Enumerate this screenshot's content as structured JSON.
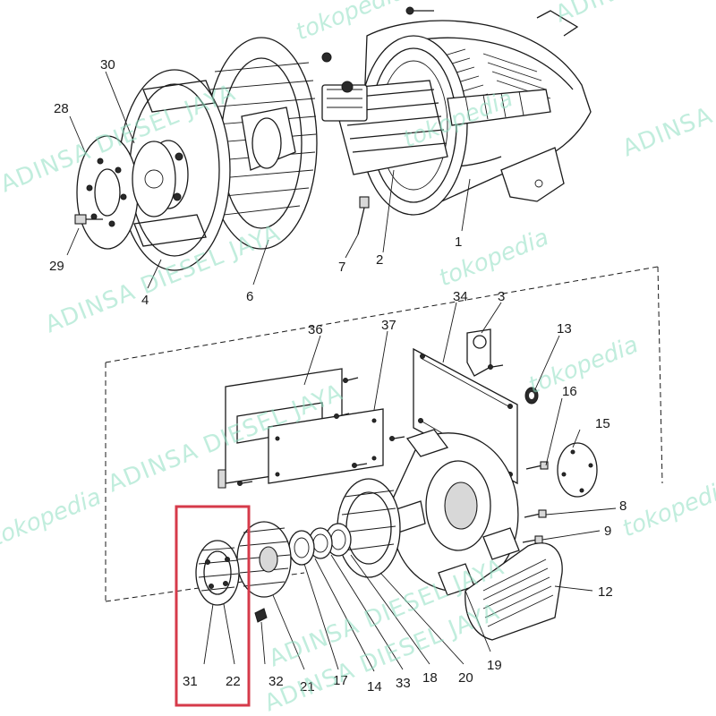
{
  "watermarks": [
    "tokopedia",
    "ADINSA DIESEL JAYA",
    "ADINSA DIESEL JAYA",
    "ADINSA",
    "tokopedia",
    "ADINSA DIESEL JAYA",
    "tokopedia",
    "tokopedia",
    "ADINSA DIESEL JAYA",
    "tokopedia",
    "ADINSA DIESEL JAYA",
    "tokopedia",
    "ADINSA DIESEL JAYA"
  ],
  "part_labels": [
    "30",
    "28",
    "29",
    "4",
    "6",
    "7",
    "2",
    "1",
    "34",
    "3",
    "13",
    "36",
    "37",
    "16",
    "15",
    "8",
    "9",
    "12",
    "31",
    "22",
    "32",
    "21",
    "17",
    "14",
    "33",
    "18",
    "20",
    "19"
  ],
  "highlight": {
    "color": "#d63a4a"
  }
}
